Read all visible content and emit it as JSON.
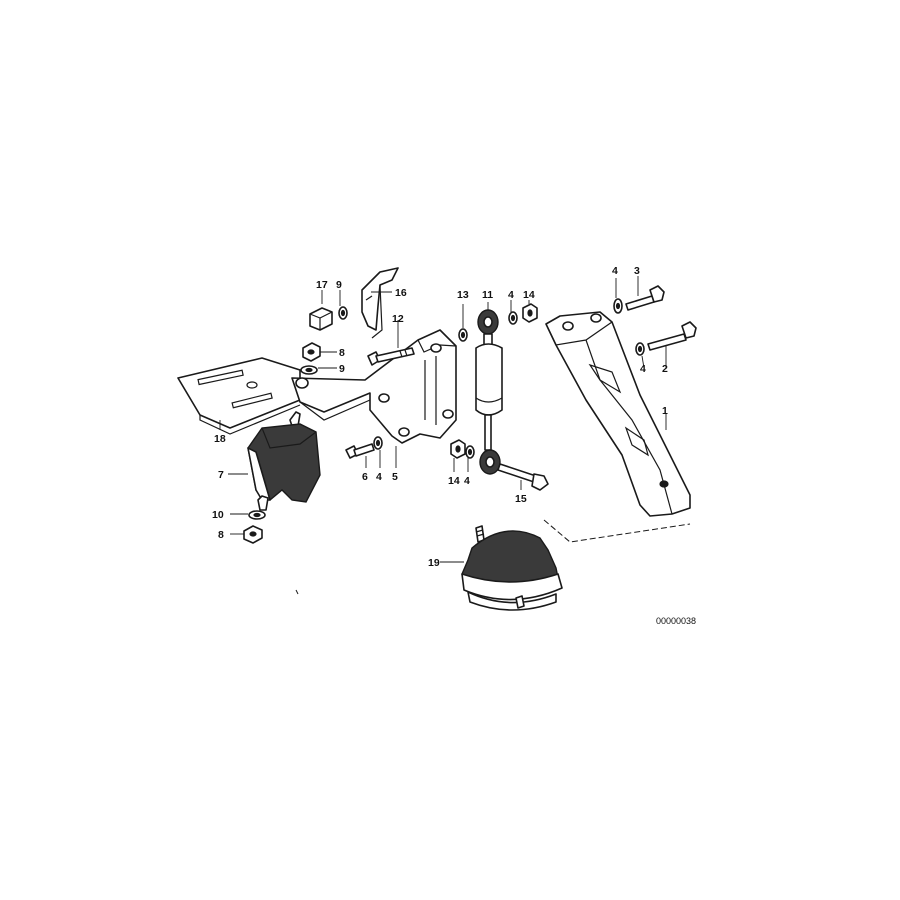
{
  "labels": {
    "p1": "1",
    "p2": "2",
    "p3": "3",
    "p4a": "4",
    "p4b": "4",
    "p4c": "4",
    "p4d": "4",
    "p4e": "4",
    "p5": "5",
    "p6": "6",
    "p7": "7",
    "p8a": "8",
    "p8b": "8",
    "p9a": "9",
    "p9b": "9",
    "p10": "10",
    "p11": "11",
    "p12": "12",
    "p13": "13",
    "p14a": "14",
    "p14b": "14",
    "p15": "15",
    "p16": "16",
    "p17": "17",
    "p18": "18",
    "p19": "19"
  },
  "diagram_code": "00000038"
}
